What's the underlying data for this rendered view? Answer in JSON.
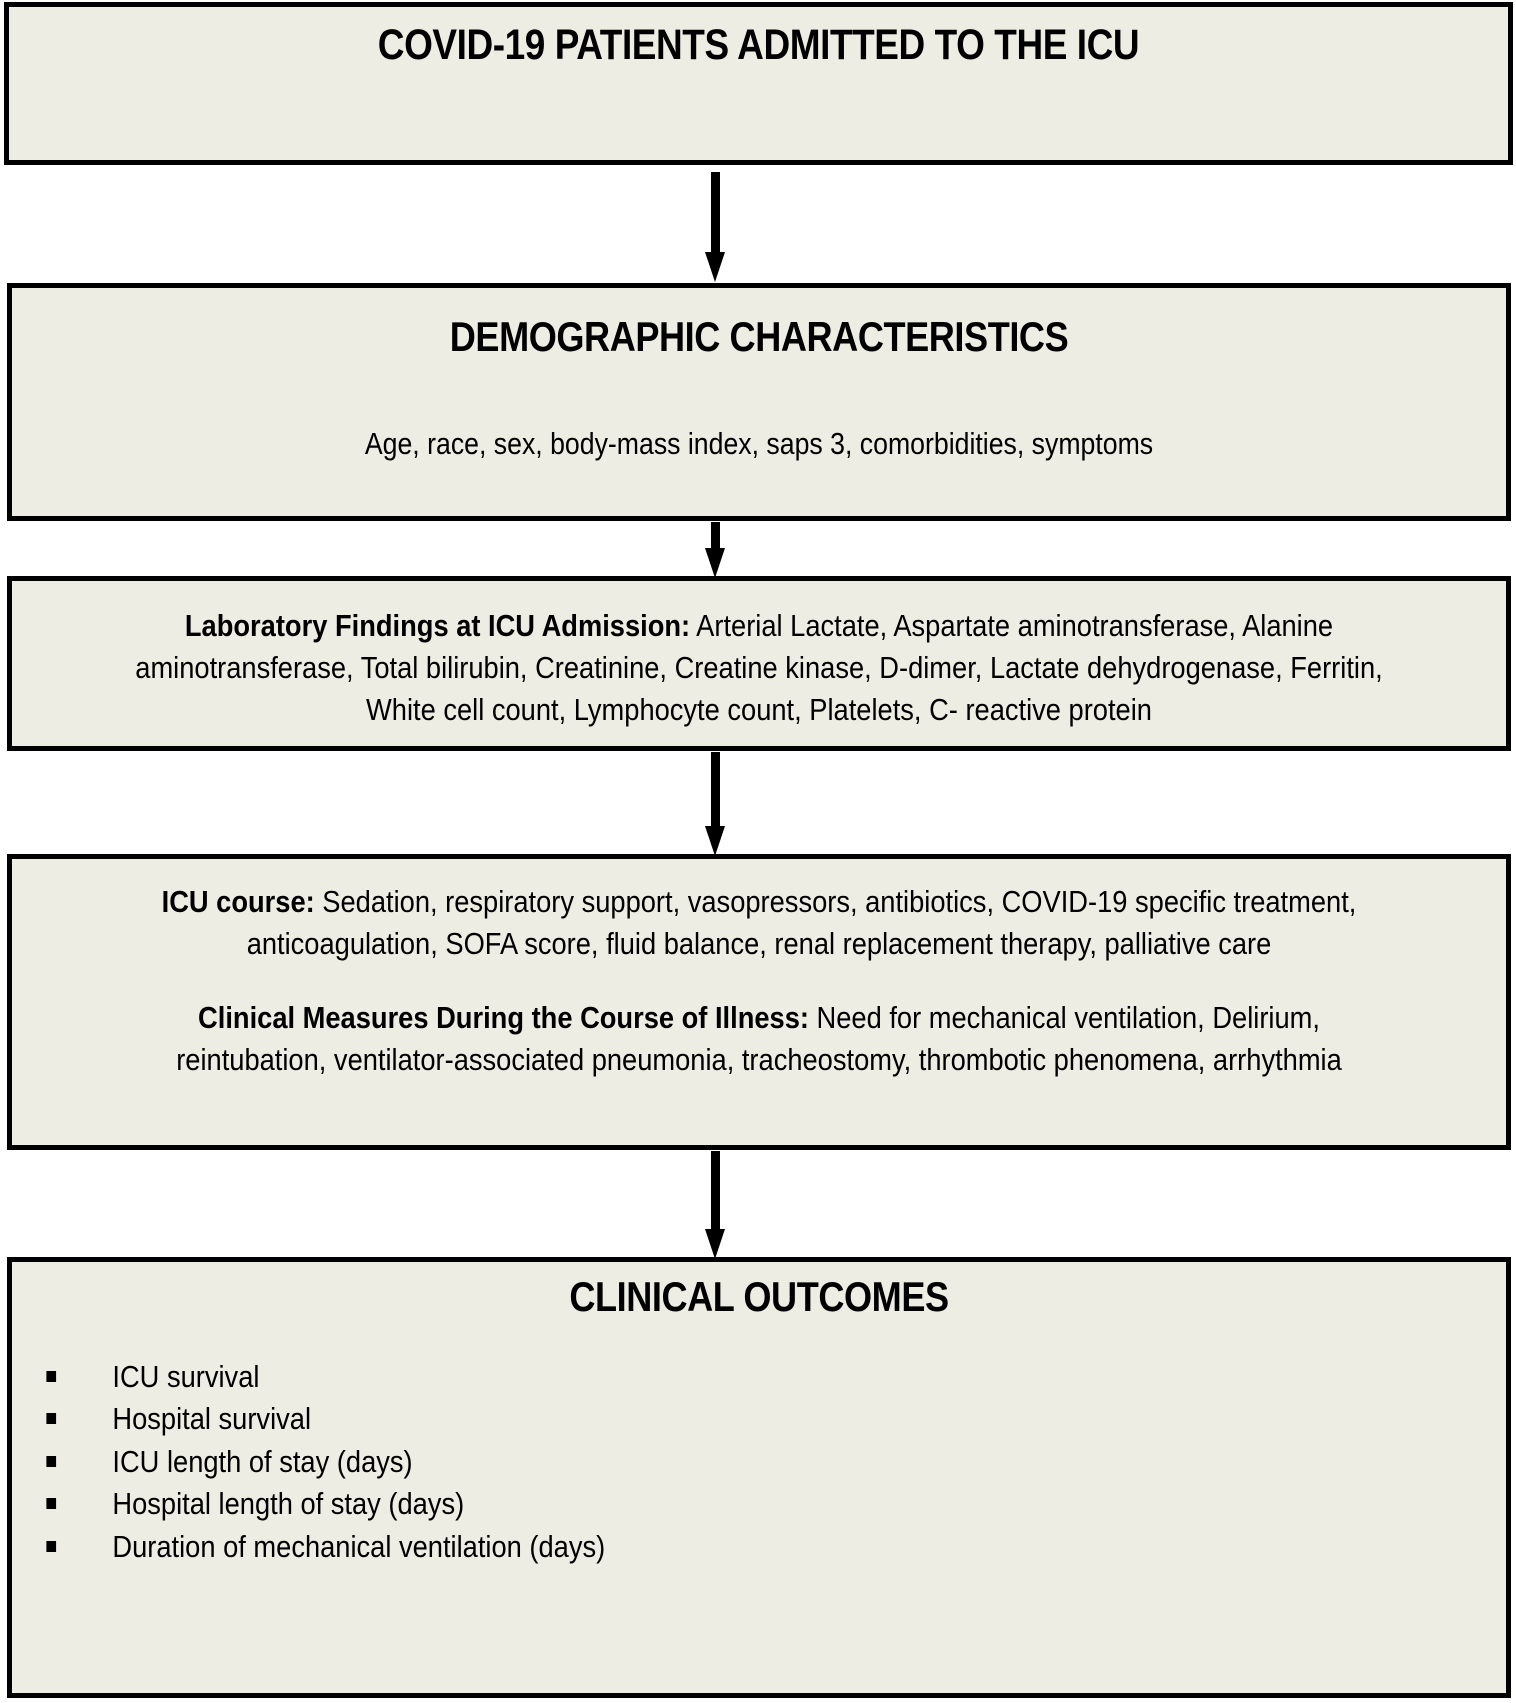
{
  "colors": {
    "box_fill": "#EDEDE3",
    "box_border": "#000000",
    "page_background": "#FFFFFF",
    "text": "#000000"
  },
  "nodes": {
    "patients": {
      "title": "COVID-19 PATIENTS ADMITTED TO THE ICU"
    },
    "demographics": {
      "title": "DEMOGRAPHIC CHARACTERISTICS",
      "subtitle": "Age, race, sex, body-mass index, saps 3, comorbidities, symptoms"
    },
    "labs": {
      "heading": "Laboratory Findings at ICU Admission:",
      "body": " Arterial Lactate, Aspartate aminotransferase, Alanine aminotransferase, Total bilirubin, Creatinine, Creatine kinase, D-dimer, Lactate dehydrogenase, Ferritin, White cell count, Lymphocyte count, Platelets, C- reactive protein"
    },
    "icu_course": {
      "heading": "ICU course:",
      "body": " Sedation, respiratory support, vasopressors, antibiotics, COVID-19 specific treatment, anticoagulation, SOFA score, fluid balance, renal replacement therapy, palliative care",
      "clinical_measures_heading": "Clinical Measures During the Course of Illness:",
      "clinical_measures_body": "  Need for mechanical ventilation, Delirium, reintubation, ventilator-associated pneumonia, tracheostomy, thrombotic phenomena, arrhythmia"
    },
    "outcomes": {
      "title": "CLINICAL OUTCOMES",
      "items": [
        "ICU survival",
        "Hospital survival",
        "ICU length of stay (days)",
        "Hospital length of stay (days)",
        "Duration of mechanical ventilation (days)"
      ]
    }
  }
}
